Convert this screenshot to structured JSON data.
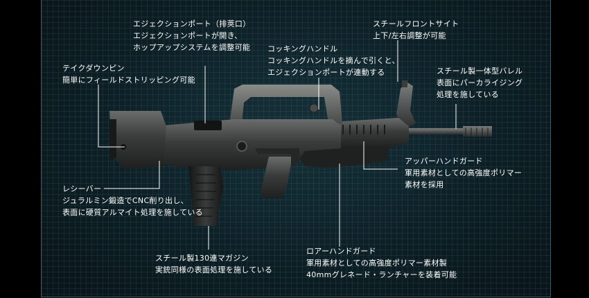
{
  "annotations": {
    "ejection_port": {
      "title": "エジェクションポート（排莢口）",
      "lines": [
        "エジェクションポートが開き、",
        "ホップアップシステムを調整可能"
      ]
    },
    "front_sight": {
      "title": "スチールフロントサイト",
      "lines": [
        "上下/左右調整が可能"
      ]
    },
    "cocking_handle": {
      "title": "コッキングハンドル",
      "lines": [
        "コッキングハンドルを摘んで引くと、",
        "エジェクションポートが連動する"
      ]
    },
    "takedown_pin": {
      "title": "テイクダウンピン",
      "lines": [
        "簡単にフィールドストリッピング可能"
      ]
    },
    "barrel": {
      "title": "スチール製一体型バレル",
      "lines": [
        "表面にパーカライジング",
        "処理を施している"
      ]
    },
    "upper_handguard": {
      "title": "アッパーハンドガード",
      "lines": [
        "軍用素材としての高強度ポリマー",
        "素材を採用"
      ]
    },
    "receiver": {
      "title": "レシーバー",
      "lines": [
        "ジュラルミン鍛造でCNC削り出し、",
        "表面に硬質アルマイト処理を施している"
      ]
    },
    "magazine": {
      "title": "スチール製130連マガジン",
      "lines": [
        "実銃同様の表面処理を施している"
      ]
    },
    "lower_handguard": {
      "title": "ロアーハンドガード",
      "lines": [
        "軍用素材としての高強度ポリマー素材製",
        "40mmグレネード・ランチャーを装着可能"
      ]
    }
  },
  "colors": {
    "background": "#000000",
    "panel": "#0d1f25",
    "grid": "#2b4a52",
    "leader_line": "#ffffff",
    "text": "#ffffff",
    "rifle_body": "#2a2c2c",
    "rifle_metal": "#5a5d5c"
  }
}
